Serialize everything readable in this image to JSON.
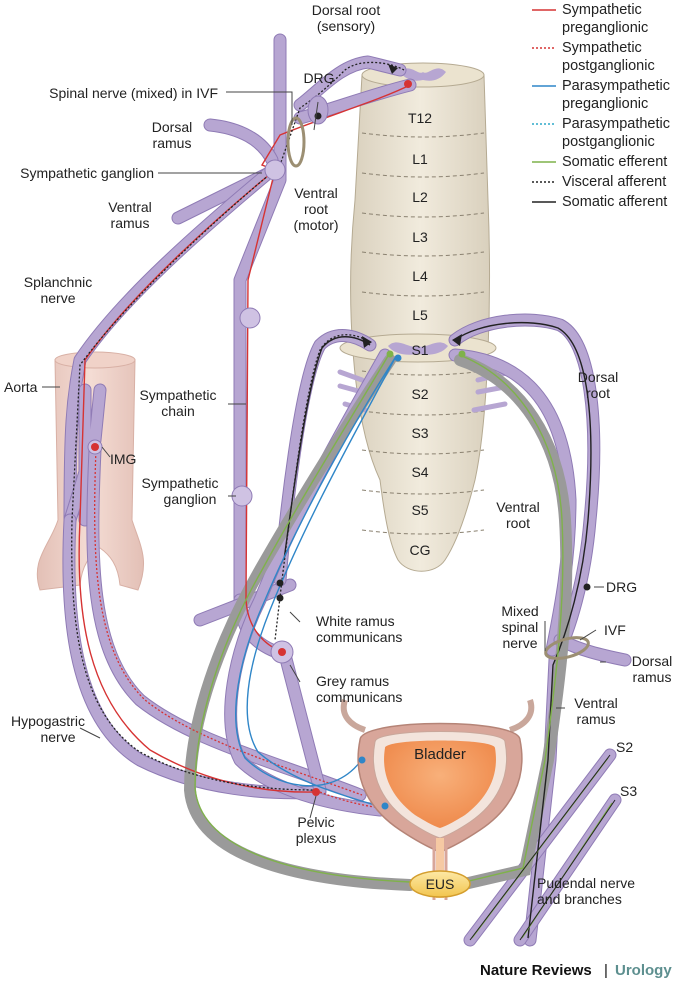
{
  "legend": [
    {
      "label": "Sympathetic preganglionic",
      "line1": "Sympathetic",
      "line2": "preganglionic",
      "color": "#d63333",
      "style": "solid"
    },
    {
      "label": "Sympathetic postganglionic",
      "line1": "Sympathetic",
      "line2": "postganglionic",
      "color": "#d63333",
      "style": "dotted"
    },
    {
      "label": "Parasympathetic preganglionic",
      "line1": "Parasympathetic",
      "line2": "preganglionic",
      "color": "#2f86c8",
      "style": "solid"
    },
    {
      "label": "Parasympathetic postganglionic",
      "line1": "Parasympathetic",
      "line2": "postganglionic",
      "color": "#2fa9c8",
      "style": "dotted"
    },
    {
      "label": "Somatic efferent",
      "line1": "Somatic efferent",
      "line2": "",
      "color": "#7fb24a",
      "style": "solid"
    },
    {
      "label": "Visceral afferent",
      "line1": "Visceral afferent",
      "line2": "",
      "color": "#222222",
      "style": "dotted"
    },
    {
      "label": "Somatic afferent",
      "line1": "Somatic afferent",
      "line2": "",
      "color": "#222222",
      "style": "solid"
    }
  ],
  "segments": [
    "T12",
    "L1",
    "L2",
    "L3",
    "L4",
    "L5",
    "S1",
    "S2",
    "S3",
    "S4",
    "S5",
    "CG"
  ],
  "labels": {
    "dorsal_root_sensory_1": "Dorsal root",
    "dorsal_root_sensory_2": "(sensory)",
    "drg_top": "DRG",
    "spinal_nerve_ivf": "Spinal nerve (mixed) in IVF",
    "dorsal_ramus_top_1": "Dorsal",
    "dorsal_ramus_top_2": "ramus",
    "sympathetic_ganglion_top": "Sympathetic ganglion",
    "ventral_ramus_top_1": "Ventral",
    "ventral_ramus_top_2": "ramus",
    "ventral_root_motor_1": "Ventral",
    "ventral_root_motor_2": "root",
    "ventral_root_motor_3": "(motor)",
    "splanchnic_1": "Splanchnic",
    "splanchnic_2": "nerve",
    "aorta": "Aorta",
    "img": "IMG",
    "sympathetic_chain_1": "Sympathetic",
    "sympathetic_chain_2": "chain",
    "sympathetic_ganglion_mid_1": "Sympathetic",
    "sympathetic_ganglion_mid_2": "ganglion",
    "dorsal_root_right_1": "Dorsal",
    "dorsal_root_right_2": "root",
    "ventral_root_right_1": "Ventral",
    "ventral_root_right_2": "root",
    "drg_right": "DRG",
    "mixed_spinal_1": "Mixed",
    "mixed_spinal_2": "spinal",
    "mixed_spinal_3": "nerve",
    "ivf": "IVF",
    "dorsal_ramus_right_1": "Dorsal",
    "dorsal_ramus_right_2": "ramus",
    "white_ramus_1": "White ramus",
    "white_ramus_2": "communicans",
    "grey_ramus_1": "Grey ramus",
    "grey_ramus_2": "communicans",
    "ventral_ramus_right_1": "Ventral",
    "ventral_ramus_right_2": "ramus",
    "s2": "S2",
    "s3": "S3",
    "hypogastric_1": "Hypogastric",
    "hypogastric_2": "nerve",
    "bladder": "Bladder",
    "pelvic_plexus_1": "Pelvic",
    "pelvic_plexus_2": "plexus",
    "eus": "EUS",
    "pudendal_1": "Pudendal nerve",
    "pudendal_2": "and branches"
  },
  "footer": {
    "publisher": "Nature Reviews",
    "separator": "|",
    "journal": "Urology"
  }
}
